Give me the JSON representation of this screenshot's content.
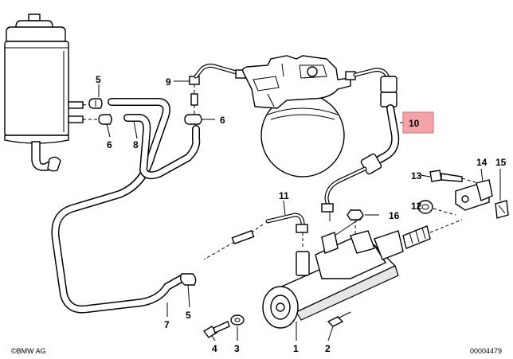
{
  "diagram": {
    "callouts": {
      "c1": "1",
      "c2": "2",
      "c3": "3",
      "c4": "4",
      "c5a": "5",
      "c5b": "5",
      "c6a": "6",
      "c6b": "6",
      "c7": "7",
      "c8": "8",
      "c9": "9",
      "c10": "10",
      "c11": "11",
      "c12": "12",
      "c13": "13",
      "c14": "14",
      "c15": "15",
      "c16": "16"
    },
    "highlight_color": "#f4a3a8",
    "brand_mark": "©BMW AG",
    "drawing_number": "00004479"
  }
}
